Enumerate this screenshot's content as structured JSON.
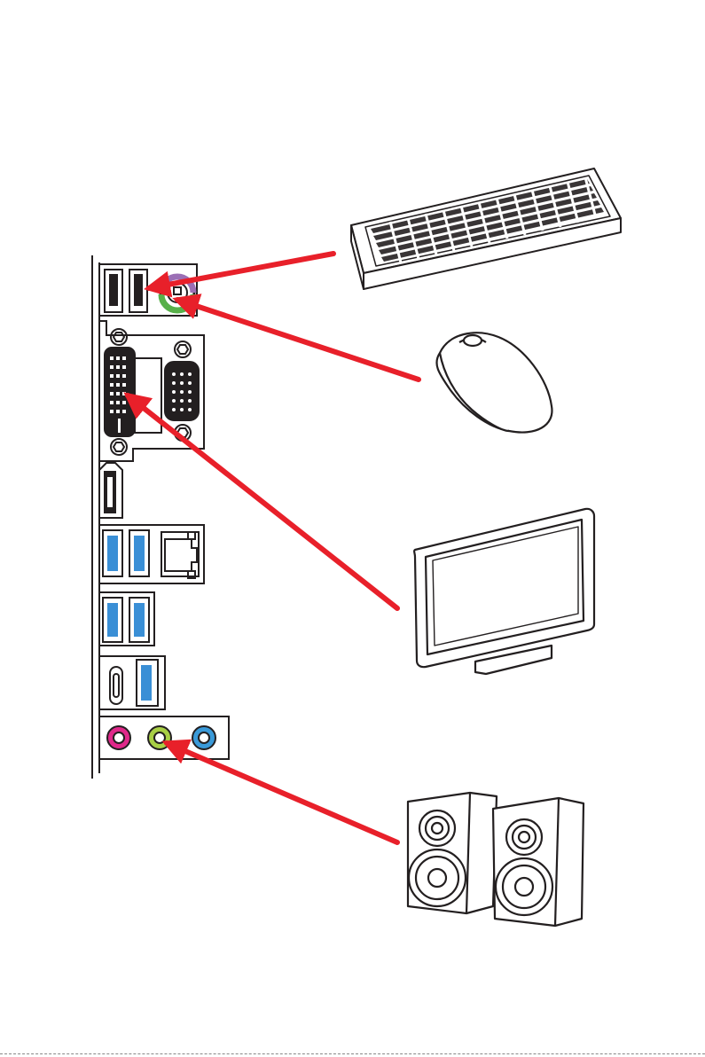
{
  "colors": {
    "outline": "#231f20",
    "arrow": "#e8202a",
    "usb3_blue": "#3a8fd6",
    "audio_pink": "#e0288a",
    "audio_green": "#a8cf45",
    "audio_blue": "#3a9ad9",
    "ps2_purple": "#9b6fb5",
    "ps2_green": "#58b04a"
  },
  "io_panel": {
    "ports": [
      "usb2-port",
      "usb2-port",
      "ps2-combo-port",
      "dvi-port",
      "vga-port",
      "hdmi-port",
      "usb3-port",
      "usb3-port",
      "lan-port",
      "usb3-port",
      "usb3-port",
      "usb-type-c-port",
      "usb3-port",
      "audio-line-in-jack",
      "audio-line-out-jack",
      "audio-mic-jack"
    ]
  },
  "devices": [
    "keyboard",
    "mouse",
    "monitor",
    "speakers"
  ],
  "connections": [
    {
      "from": "keyboard",
      "to": "ps2-combo-port"
    },
    {
      "from": "mouse",
      "to": "ps2-combo-port"
    },
    {
      "from": "monitor",
      "to": "dvi-port"
    },
    {
      "from": "speakers",
      "to": "audio-line-out-jack"
    }
  ]
}
